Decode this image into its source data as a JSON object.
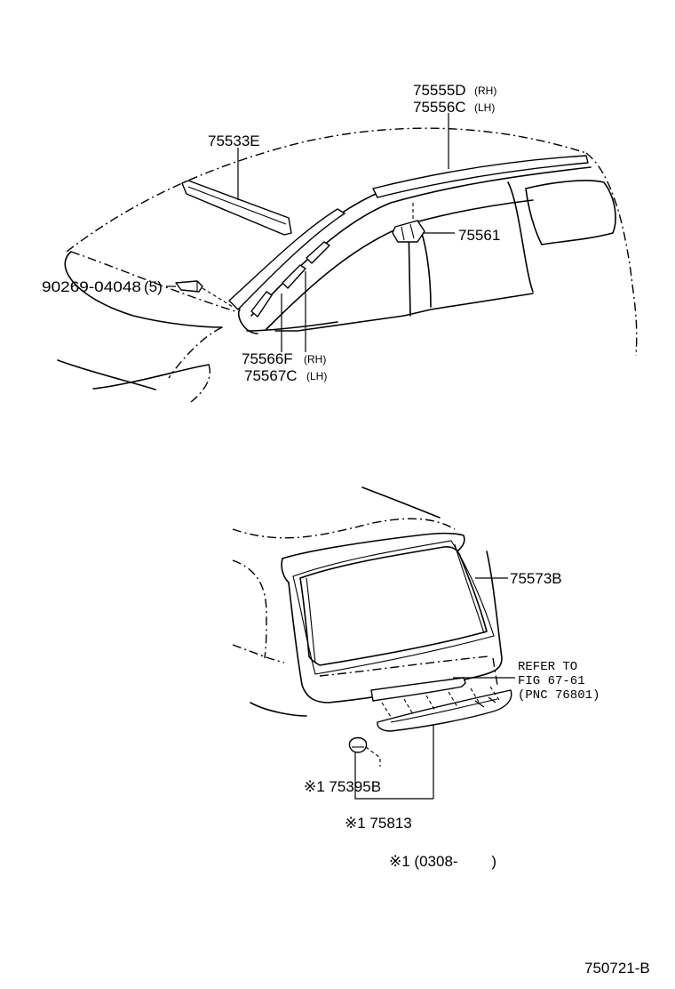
{
  "upper": {
    "roof_moulding": {
      "rh": "75555D",
      "rh_side": "(RH)",
      "lh": "75556C",
      "lh_side": "(LH)"
    },
    "front_moulding": "75533E",
    "clip": "75561",
    "clip_bolt": "90269-04048",
    "clip_bolt_qty": "(5)",
    "pillar_moulding": {
      "rh": "75566F",
      "rh_side": "(RH)",
      "lh": "75567C",
      "lh_side": "(LH)"
    }
  },
  "lower": {
    "back_window_moulding": "75573B",
    "refer_line1": "REFER TO",
    "refer_line2": "FIG 67-61",
    "refer_line3": "(PNC 76801)",
    "clip": "※1 75395B",
    "garnish": "※1 75813"
  },
  "note": "※1 (0308-        )",
  "figure_id": "750721-B"
}
